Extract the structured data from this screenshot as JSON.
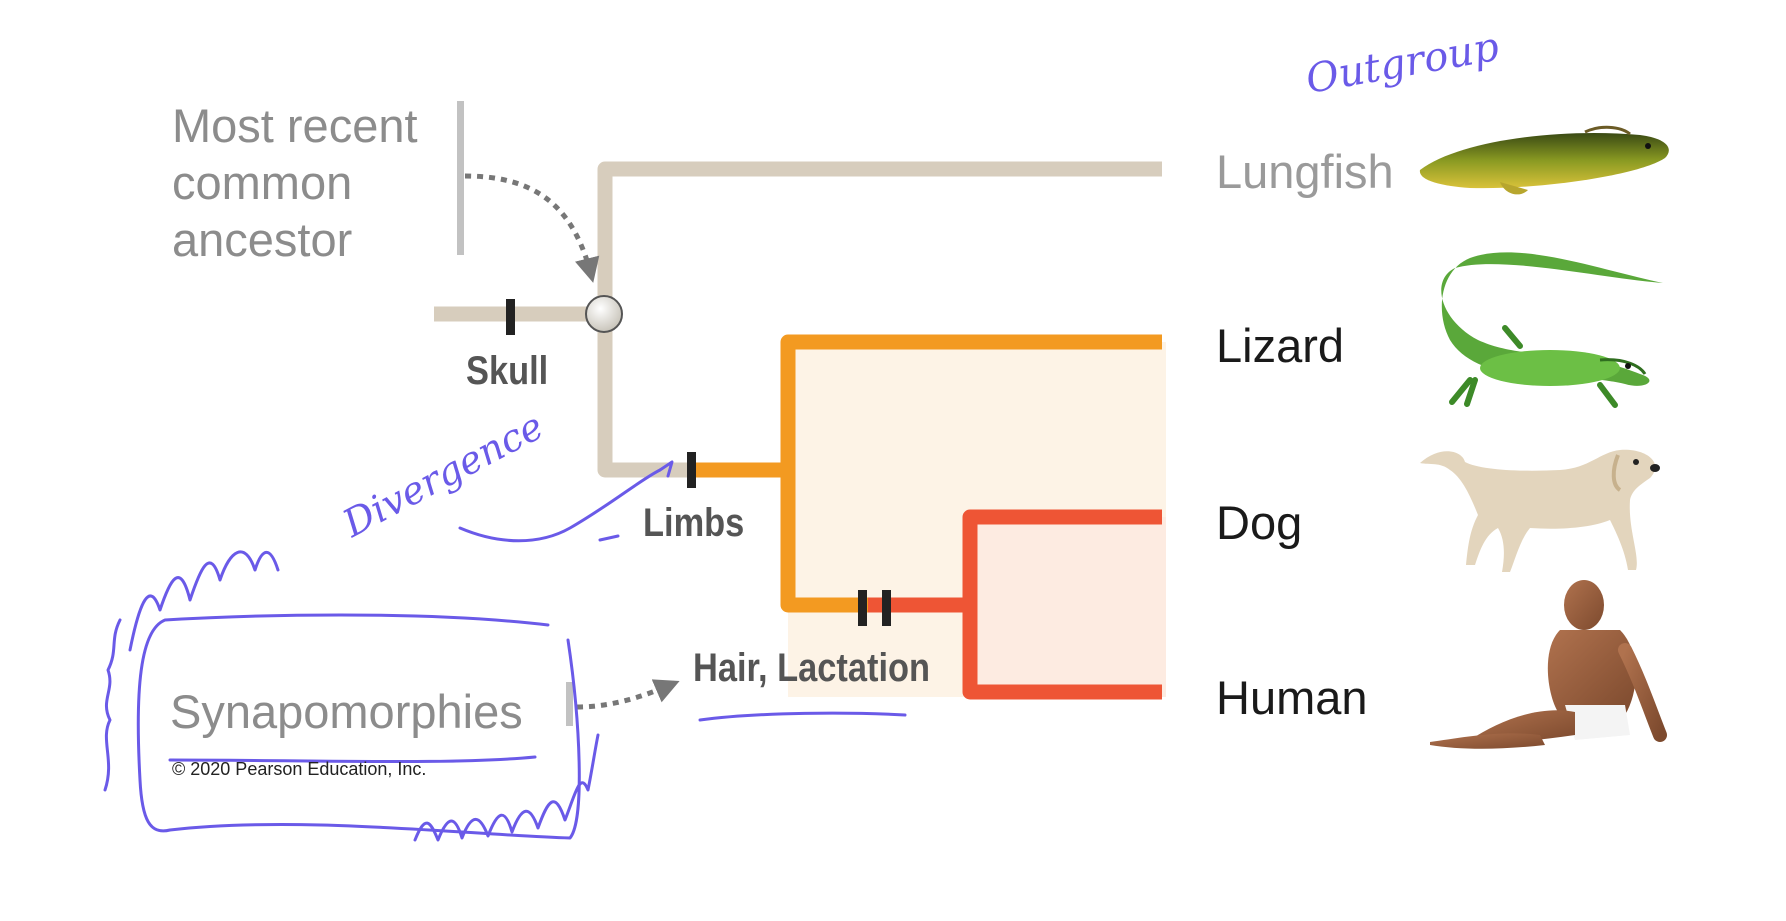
{
  "labels": {
    "mrca": "Most recent common ancestor",
    "synapomorphies": "Synapomorphies",
    "copyright": "© 2020 Pearson Education, Inc."
  },
  "taxa": {
    "lungfish": "Lungfish",
    "lizard": "Lizard",
    "dog": "Dog",
    "human": "Human"
  },
  "traits": {
    "skull": "Skull",
    "limbs": "Limbs",
    "hair_lactation": "Hair, Lactation"
  },
  "annotations": {
    "outgroup": "Outgroup",
    "divergence": "Divergence"
  },
  "colors": {
    "root_branch": "#d7cdbd",
    "tetrapod_branch": "#f39a21",
    "mammal_branch": "#ee5535",
    "tetrapod_fill": "#fdf3e6",
    "mammal_fill": "#fdebe1",
    "label_gray": "#8c8c8c",
    "pen_ink": "#6a5ae8"
  },
  "icons": [
    "lungfish-picture",
    "lizard-picture",
    "dog-picture",
    "human-picture",
    "ancestor-node-icon"
  ]
}
